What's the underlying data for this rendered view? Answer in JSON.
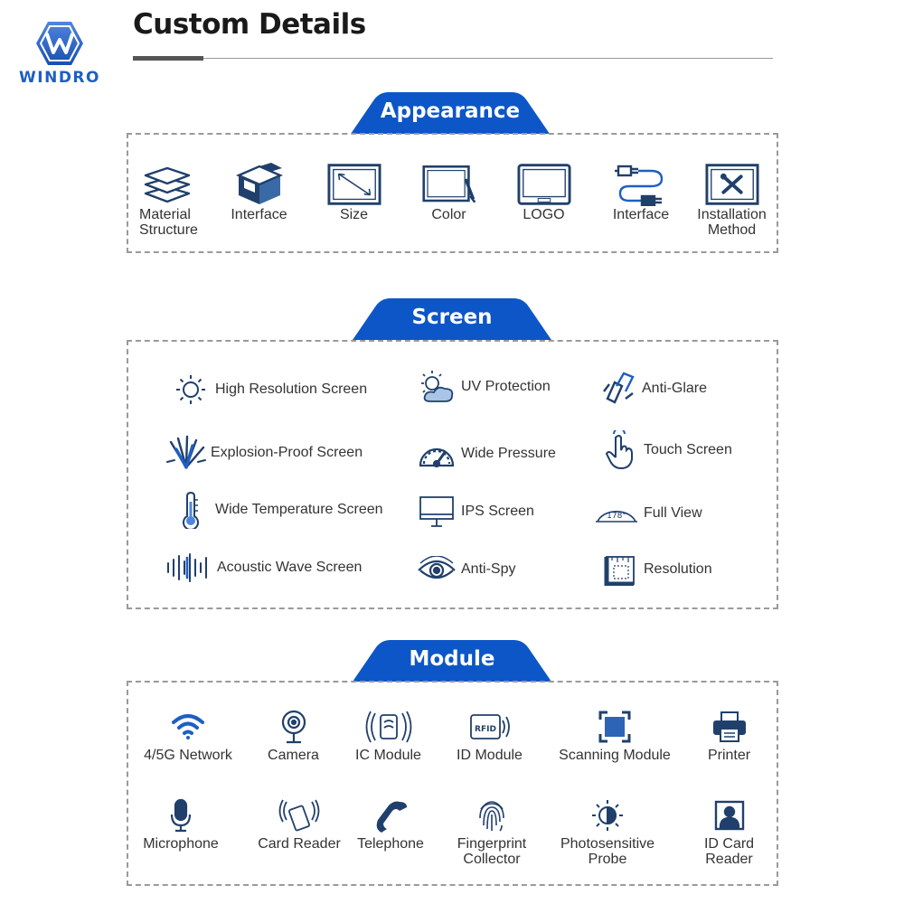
{
  "brand": {
    "logo_text": "WINDRO"
  },
  "page_title": "Custom Details",
  "sections": {
    "appearance": {
      "title": "Appearance",
      "items": [
        {
          "label": "Material\nStructure",
          "icon": "layers-icon"
        },
        {
          "label": "Interface",
          "icon": "box-icon"
        },
        {
          "label": "Size",
          "icon": "resize-screen-icon"
        },
        {
          "label": "Color",
          "icon": "color-brush-screen-icon"
        },
        {
          "label": "LOGO",
          "icon": "logo-screen-icon"
        },
        {
          "label": "Interface",
          "icon": "usb-cable-icon"
        },
        {
          "label": "Installation\nMethod",
          "icon": "tools-icon"
        }
      ]
    },
    "screen": {
      "title": "Screen",
      "items": [
        {
          "label": "High Resolution Screen",
          "icon": "sun-icon"
        },
        {
          "label": "UV Protection",
          "icon": "uv-cloud-icon"
        },
        {
          "label": "Anti-Glare",
          "icon": "anti-glare-icon"
        },
        {
          "label": "Explosion-Proof Screen",
          "icon": "explosion-icon"
        },
        {
          "label": "Wide Pressure",
          "icon": "gauge-icon"
        },
        {
          "label": "Touch Screen",
          "icon": "touch-hand-icon"
        },
        {
          "label": "Wide Temperature Screen",
          "icon": "thermometer-icon"
        },
        {
          "label": "IPS Screen",
          "icon": "monitor-icon"
        },
        {
          "label": "Full View",
          "icon": "view-angle-icon",
          "badge": "178°"
        },
        {
          "label": "Acoustic Wave Screen",
          "icon": "sound-wave-icon"
        },
        {
          "label": "Anti-Spy",
          "icon": "eye-icon"
        },
        {
          "label": "Resolution",
          "icon": "resolution-ruler-icon"
        }
      ]
    },
    "module": {
      "title": "Module",
      "items": [
        {
          "label": "4/5G Network",
          "icon": "wifi-icon"
        },
        {
          "label": "Camera",
          "icon": "camera-icon"
        },
        {
          "label": "IC Module",
          "icon": "nfc-icon"
        },
        {
          "label": "ID Module",
          "icon": "rfid-icon",
          "badge": "RFID"
        },
        {
          "label": "Scanning Module",
          "icon": "scan-icon"
        },
        {
          "label": "Printer",
          "icon": "printer-icon"
        },
        {
          "label": "Microphone",
          "icon": "microphone-icon"
        },
        {
          "label": "Card Reader",
          "icon": "card-reader-icon"
        },
        {
          "label": "Telephone",
          "icon": "telephone-icon"
        },
        {
          "label": "Fingerprint\nCollector",
          "icon": "fingerprint-icon"
        },
        {
          "label": "Photosensitive\nProbe",
          "icon": "photosensor-icon"
        },
        {
          "label": "ID Card\nReader",
          "icon": "id-card-icon"
        }
      ]
    }
  },
  "colors": {
    "accent": "#1d5fc4",
    "tab": "#0d56c8",
    "icon_dark": "#20406b"
  }
}
